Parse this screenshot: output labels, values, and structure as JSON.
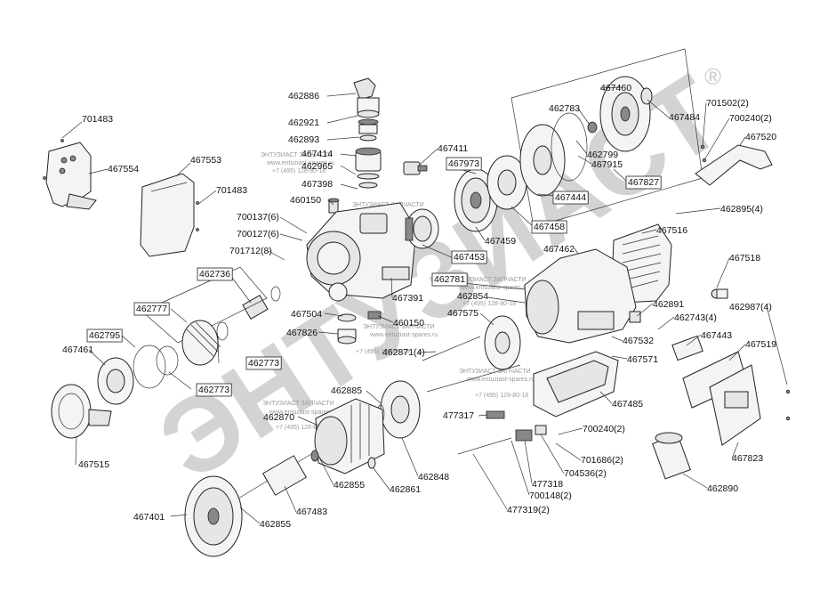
{
  "watermark": {
    "brand": "ЭНТУЗИАСТ",
    "registered": "®",
    "shop": "ЭНТУЗИАСТ ЗАПЧАСТИ",
    "site": "www.entuziast-spares.ru",
    "phone": "+7 (495) 128-80-18"
  },
  "parts": [
    {
      "id": "p701483a",
      "text": "701483",
      "boxed": false
    },
    {
      "id": "p467554",
      "text": "467554",
      "boxed": false
    },
    {
      "id": "p467553",
      "text": "467553",
      "boxed": false
    },
    {
      "id": "p701483b",
      "text": "701483",
      "boxed": false
    },
    {
      "id": "p462886",
      "text": "462886",
      "boxed": false
    },
    {
      "id": "p462921",
      "text": "462921",
      "boxed": false
    },
    {
      "id": "p462893",
      "text": "462893",
      "boxed": false
    },
    {
      "id": "p467414",
      "text": "467414",
      "boxed": false
    },
    {
      "id": "p462965",
      "text": "462965",
      "boxed": false
    },
    {
      "id": "p467398",
      "text": "467398",
      "boxed": false
    },
    {
      "id": "p460150a",
      "text": "460150",
      "boxed": false
    },
    {
      "id": "p700137",
      "text": "700137(6)",
      "boxed": false
    },
    {
      "id": "p700127",
      "text": "700127(6)",
      "boxed": false
    },
    {
      "id": "p701712",
      "text": "701712(8)",
      "boxed": false
    },
    {
      "id": "p462736",
      "text": "462736",
      "boxed": true
    },
    {
      "id": "p462777",
      "text": "462777",
      "boxed": true
    },
    {
      "id": "p462795",
      "text": "462795",
      "boxed": true
    },
    {
      "id": "p467461",
      "text": "467461",
      "boxed": false
    },
    {
      "id": "p462773a",
      "text": "462773",
      "boxed": true
    },
    {
      "id": "p462773b",
      "text": "462773",
      "boxed": true
    },
    {
      "id": "p467515",
      "text": "467515",
      "boxed": false
    },
    {
      "id": "p467411",
      "text": "467411",
      "boxed": false
    },
    {
      "id": "p467973",
      "text": "467973",
      "boxed": true
    },
    {
      "id": "p467453",
      "text": "467453",
      "boxed": true
    },
    {
      "id": "p467459",
      "text": "467459",
      "boxed": false
    },
    {
      "id": "p467458",
      "text": "467458",
      "boxed": true
    },
    {
      "id": "p467444",
      "text": "467444",
      "boxed": true
    },
    {
      "id": "p467460",
      "text": "467460",
      "boxed": false
    },
    {
      "id": "p462783",
      "text": "462783",
      "boxed": false
    },
    {
      "id": "p467484",
      "text": "467484",
      "boxed": false
    },
    {
      "id": "p462799",
      "text": "462799",
      "boxed": false
    },
    {
      "id": "p467915",
      "text": "467915",
      "boxed": false
    },
    {
      "id": "p467827",
      "text": "467827",
      "boxed": true
    },
    {
      "id": "p701502",
      "text": "701502(2)",
      "boxed": false
    },
    {
      "id": "p700240a",
      "text": "700240(2)",
      "boxed": false
    },
    {
      "id": "p467520",
      "text": "467520",
      "boxed": false
    },
    {
      "id": "p462895",
      "text": "462895(4)",
      "boxed": false
    },
    {
      "id": "p467516",
      "text": "467516",
      "boxed": false
    },
    {
      "id": "p467462",
      "text": "467462",
      "boxed": false
    },
    {
      "id": "p467518",
      "text": "467518",
      "boxed": false
    },
    {
      "id": "p462781",
      "text": "462781",
      "boxed": true
    },
    {
      "id": "p462854",
      "text": "462854",
      "boxed": false
    },
    {
      "id": "p467391",
      "text": "467391",
      "boxed": false
    },
    {
      "id": "p467504",
      "text": "467504",
      "boxed": false
    },
    {
      "id": "p460150b",
      "text": "460150",
      "boxed": false
    },
    {
      "id": "p467826",
      "text": "467826",
      "boxed": false
    },
    {
      "id": "p467575",
      "text": "467575",
      "boxed": false
    },
    {
      "id": "p462871",
      "text": "462871(4)",
      "boxed": false
    },
    {
      "id": "p462891",
      "text": "462891",
      "boxed": false
    },
    {
      "id": "p462743",
      "text": "462743(4)",
      "boxed": false
    },
    {
      "id": "p462987",
      "text": "462987(4)",
      "boxed": false
    },
    {
      "id": "p467443",
      "text": "467443",
      "boxed": false
    },
    {
      "id": "p467532",
      "text": "467532",
      "boxed": false
    },
    {
      "id": "p467571",
      "text": "467571",
      "boxed": false
    },
    {
      "id": "p467519",
      "text": "467519",
      "boxed": false
    },
    {
      "id": "p462885",
      "text": "462885",
      "boxed": false
    },
    {
      "id": "p462870",
      "text": "462870",
      "boxed": false
    },
    {
      "id": "p467485",
      "text": "467485",
      "boxed": false
    },
    {
      "id": "p477317",
      "text": "477317",
      "boxed": false
    },
    {
      "id": "p700240b",
      "text": "700240(2)",
      "boxed": false
    },
    {
      "id": "p701686",
      "text": "701686(2)",
      "boxed": false
    },
    {
      "id": "p704536",
      "text": "704536(2)",
      "boxed": false
    },
    {
      "id": "p477318",
      "text": "477318",
      "boxed": false
    },
    {
      "id": "p700148",
      "text": "700148(2)",
      "boxed": false
    },
    {
      "id": "p477319",
      "text": "477319(2)",
      "boxed": false
    },
    {
      "id": "p462848",
      "text": "462848",
      "boxed": false
    },
    {
      "id": "p462855a",
      "text": "462855",
      "boxed": false
    },
    {
      "id": "p462861",
      "text": "462861",
      "boxed": false
    },
    {
      "id": "p467483",
      "text": "467483",
      "boxed": false
    },
    {
      "id": "p467401",
      "text": "467401",
      "boxed": false
    },
    {
      "id": "p462855b",
      "text": "462855",
      "boxed": false
    },
    {
      "id": "p467823",
      "text": "467823",
      "boxed": false
    },
    {
      "id": "p462890",
      "text": "462890",
      "boxed": false
    }
  ]
}
